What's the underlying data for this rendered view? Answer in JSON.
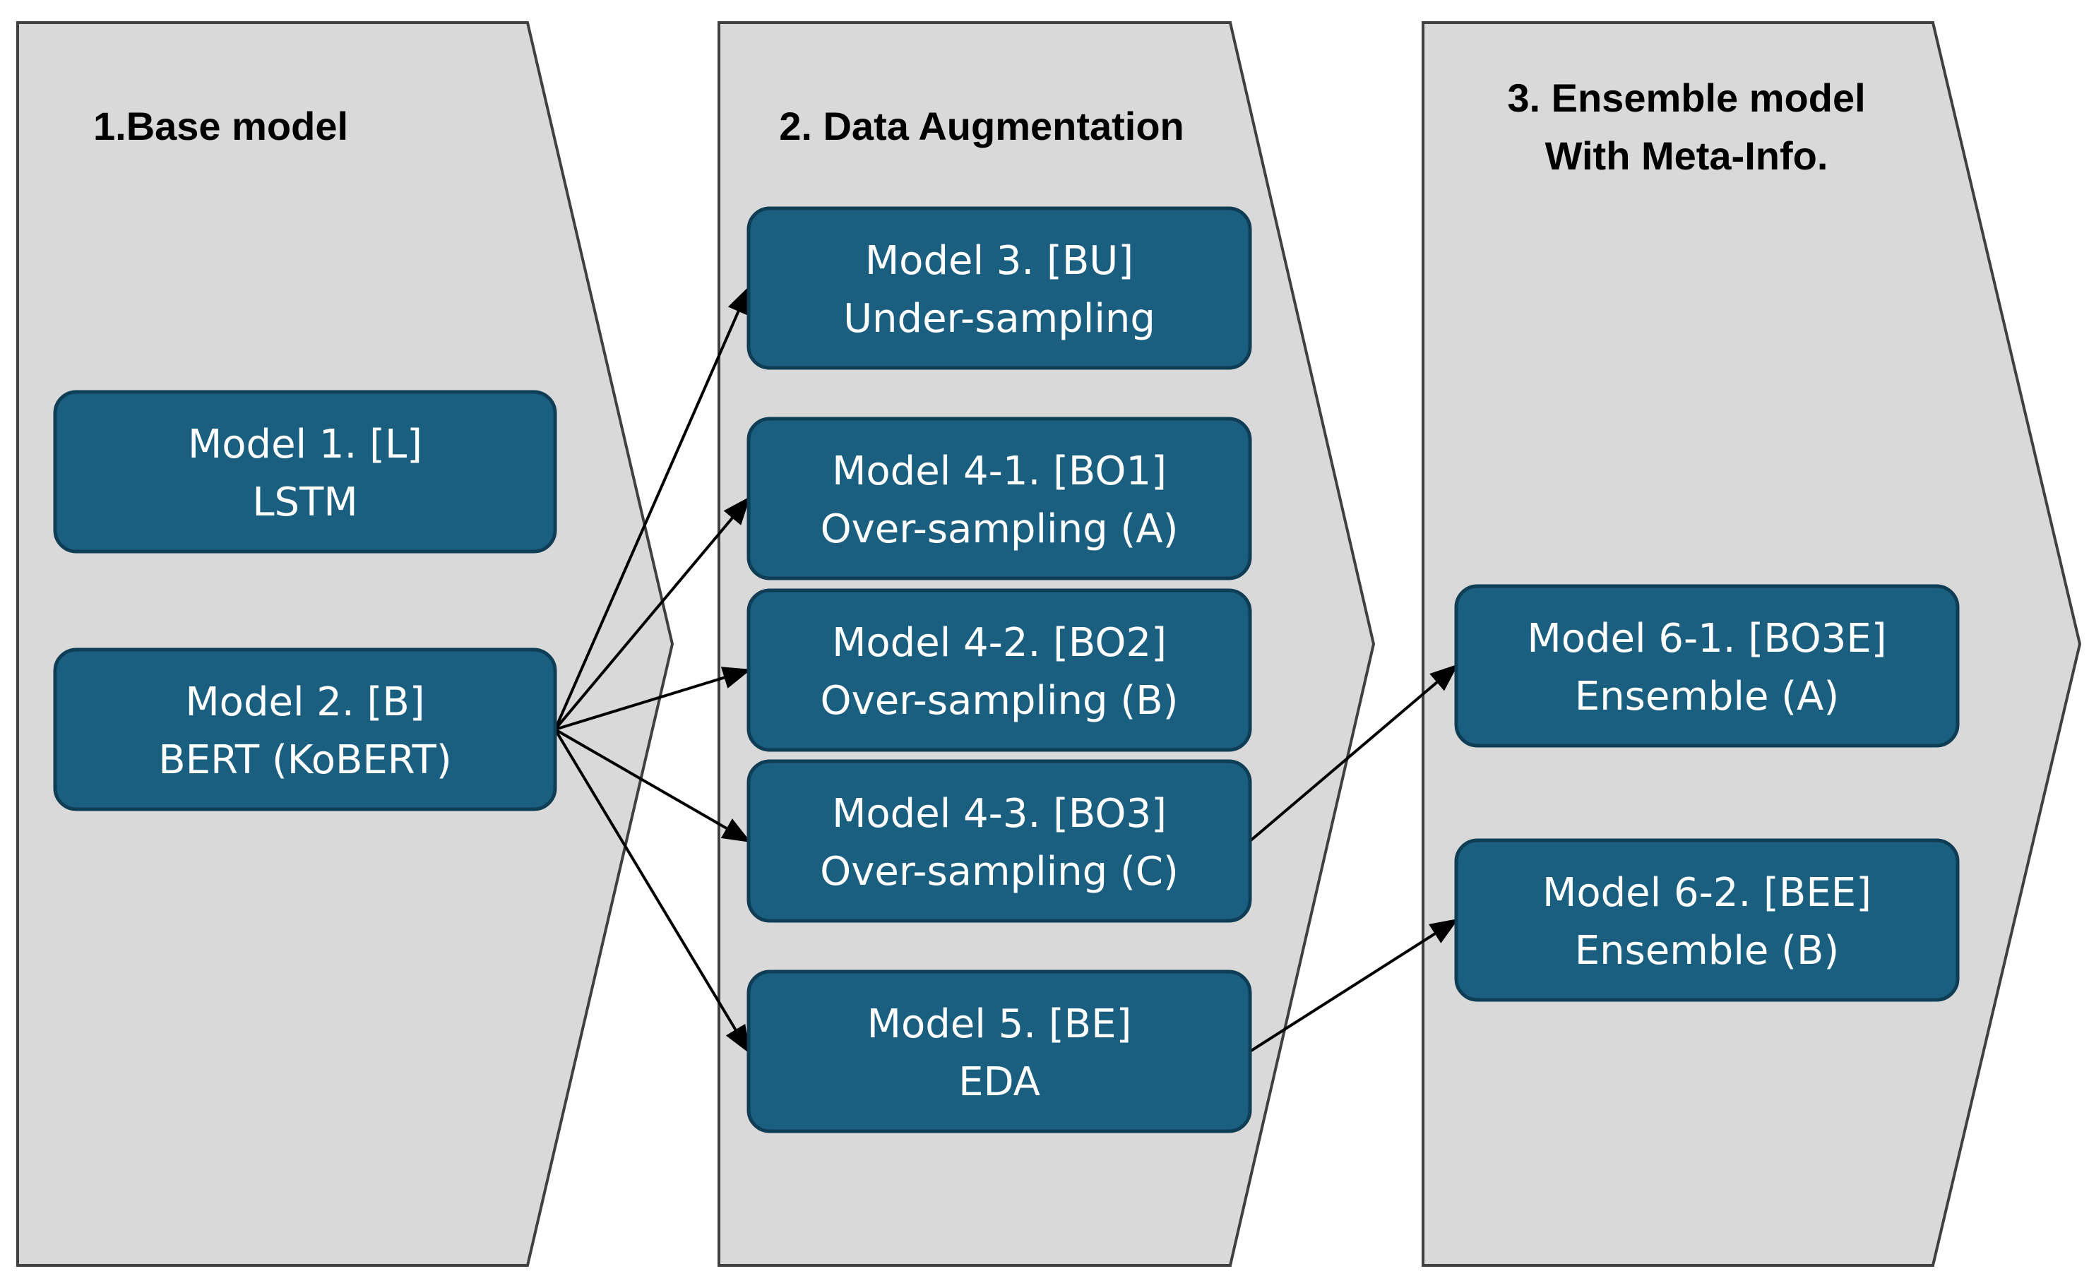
{
  "colors": {
    "panel_fill": "#d9d9d9",
    "panel_stroke": "#404040",
    "node_fill": "#1a5e80",
    "node_text": "#ffffff",
    "edge": "#000000"
  },
  "stages": [
    {
      "id": "stage-1",
      "title_lines": [
        "1.Base model"
      ]
    },
    {
      "id": "stage-2",
      "title_lines": [
        "2. Data Augmentation"
      ]
    },
    {
      "id": "stage-3",
      "title_lines": [
        "3. Ensemble model",
        "With Meta-Info."
      ]
    }
  ],
  "nodes": [
    {
      "id": "m1",
      "stage": "stage-1",
      "line1": "Model 1. [L]",
      "line2": "LSTM"
    },
    {
      "id": "m2",
      "stage": "stage-1",
      "line1": "Model 2. [B]",
      "line2": "BERT (KoBERT)"
    },
    {
      "id": "m3",
      "stage": "stage-2",
      "line1": "Model 3. [BU]",
      "line2": "Under-sampling"
    },
    {
      "id": "m41",
      "stage": "stage-2",
      "line1": "Model 4-1. [BO1]",
      "line2": "Over-sampling (A)"
    },
    {
      "id": "m42",
      "stage": "stage-2",
      "line1": "Model 4-2. [BO2]",
      "line2": "Over-sampling (B)"
    },
    {
      "id": "m43",
      "stage": "stage-2",
      "line1": "Model 4-3. [BO3]",
      "line2": "Over-sampling (C)"
    },
    {
      "id": "m5",
      "stage": "stage-2",
      "line1": "Model 5. [BE]",
      "line2": "EDA"
    },
    {
      "id": "m61",
      "stage": "stage-3",
      "line1": "Model 6-1. [BO3E]",
      "line2": "Ensemble (A)"
    },
    {
      "id": "m62",
      "stage": "stage-3",
      "line1": "Model 6-2. [BEE]",
      "line2": "Ensemble (B)"
    }
  ],
  "edges": [
    {
      "from": "m2",
      "to": "m3"
    },
    {
      "from": "m2",
      "to": "m41"
    },
    {
      "from": "m2",
      "to": "m42"
    },
    {
      "from": "m2",
      "to": "m43"
    },
    {
      "from": "m2",
      "to": "m5"
    },
    {
      "from": "m43",
      "to": "m61"
    },
    {
      "from": "m5",
      "to": "m62"
    }
  ]
}
